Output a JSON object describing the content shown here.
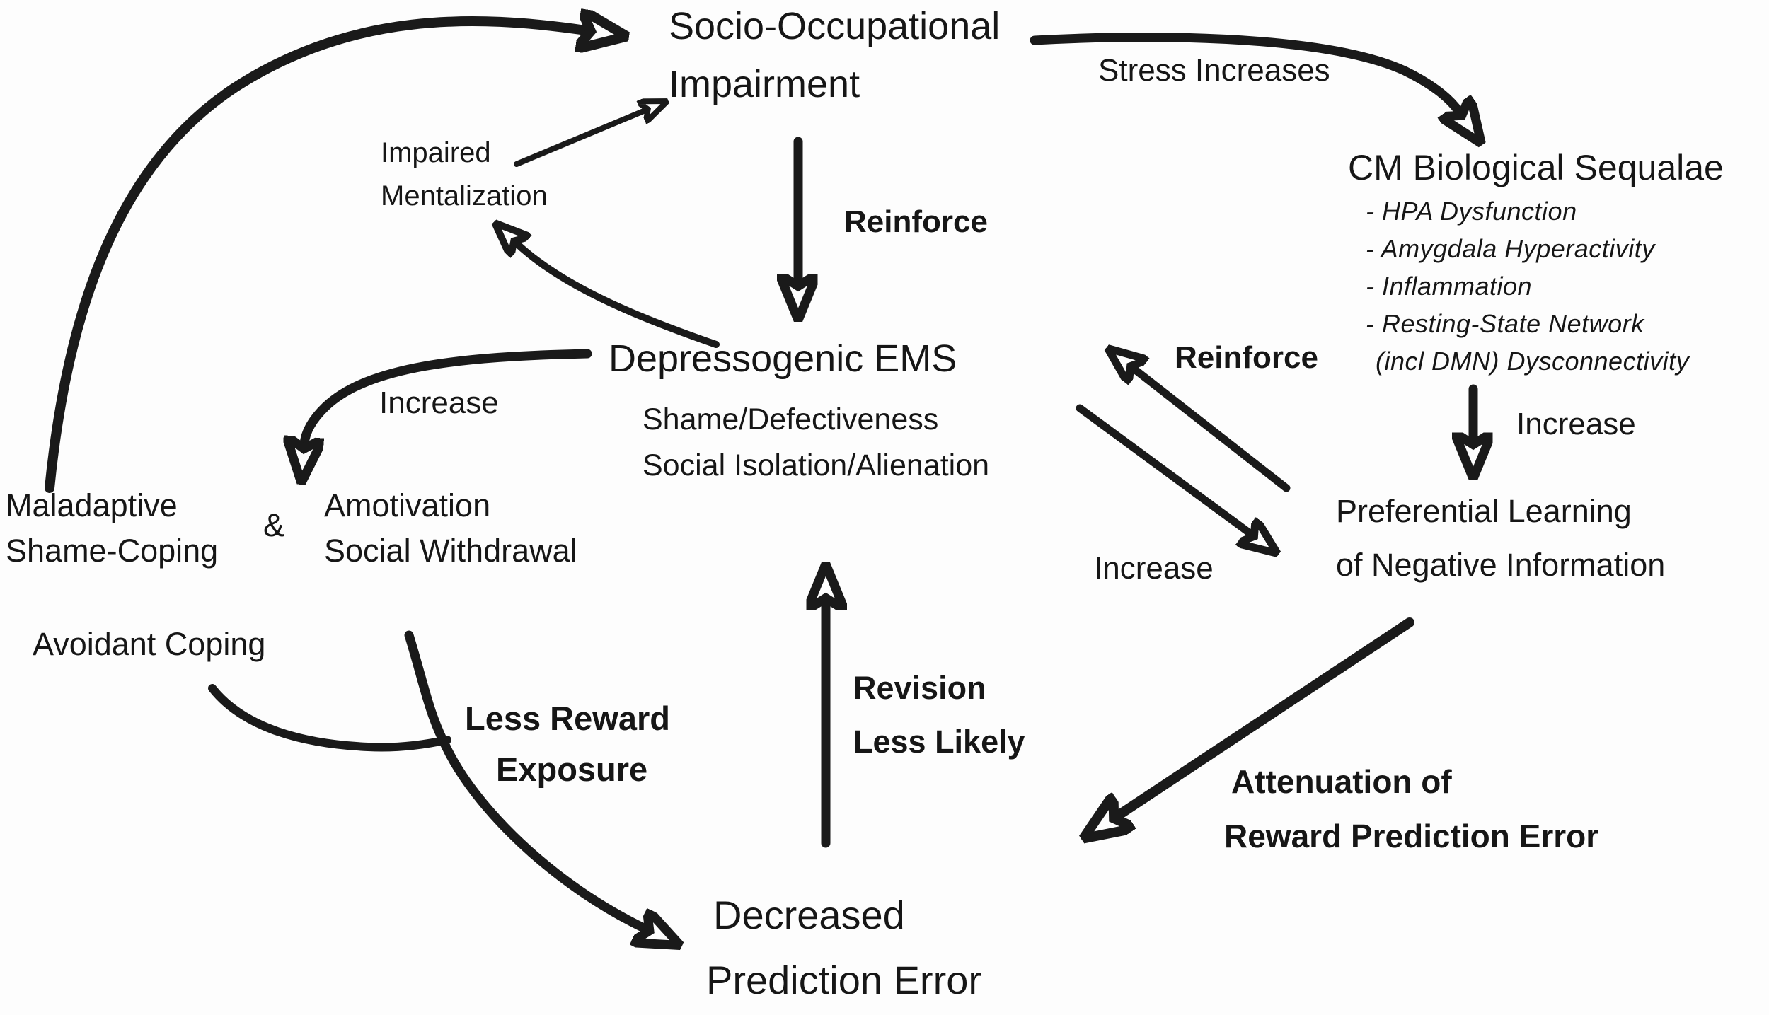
{
  "meta": {
    "background_color": "#fdfdfd",
    "ink_color": "#1a1a1a",
    "description": "Hand-drawn style conceptual flow diagram linking childhood maltreatment biology, depressogenic schemas, behavior and reward prediction error"
  },
  "nodes": {
    "socio": {
      "line1": "Socio-Occupational",
      "line2": "Impairment"
    },
    "stress": {
      "label": "Stress Increases"
    },
    "cm": {
      "title": "CM Biological Sequalae",
      "items": [
        "- HPA Dysfunction",
        "- Amygdala Hyperactivity",
        "- Inflammation",
        "- Resting-State Network",
        "(incl DMN) Dysconnectivity"
      ]
    },
    "impaired": {
      "line1": "Impaired",
      "line2": "Mentalization"
    },
    "reinforce_top": {
      "label": "Reinforce"
    },
    "reinforce_right": {
      "label": "Reinforce"
    },
    "ems": {
      "title": "Depressogenic EMS",
      "sub1": "Shame/Defectiveness",
      "sub2": "Social Isolation/Alienation"
    },
    "increase_right": {
      "label": "Increase"
    },
    "increase_mid": {
      "label": "Increase"
    },
    "increase_left": {
      "label": "Increase"
    },
    "preferential": {
      "line1": "Preferential Learning",
      "line2": "of Negative Information"
    },
    "maladaptive": {
      "line1": "Maladaptive",
      "line2": "Shame-Coping"
    },
    "ampersand": {
      "label": "&"
    },
    "amotivation": {
      "line1": "Amotivation",
      "line2": "Social Withdrawal"
    },
    "avoidant": {
      "label": "Avoidant Coping"
    },
    "less_reward": {
      "line1": "Less Reward",
      "line2": "Exposure"
    },
    "revision": {
      "line1": "Revision",
      "line2": "Less Likely"
    },
    "attenuation": {
      "line1": "Attenuation of",
      "line2": "Reward Prediction Error"
    },
    "decreased": {
      "line1": "Decreased",
      "line2": "Prediction Error"
    }
  }
}
